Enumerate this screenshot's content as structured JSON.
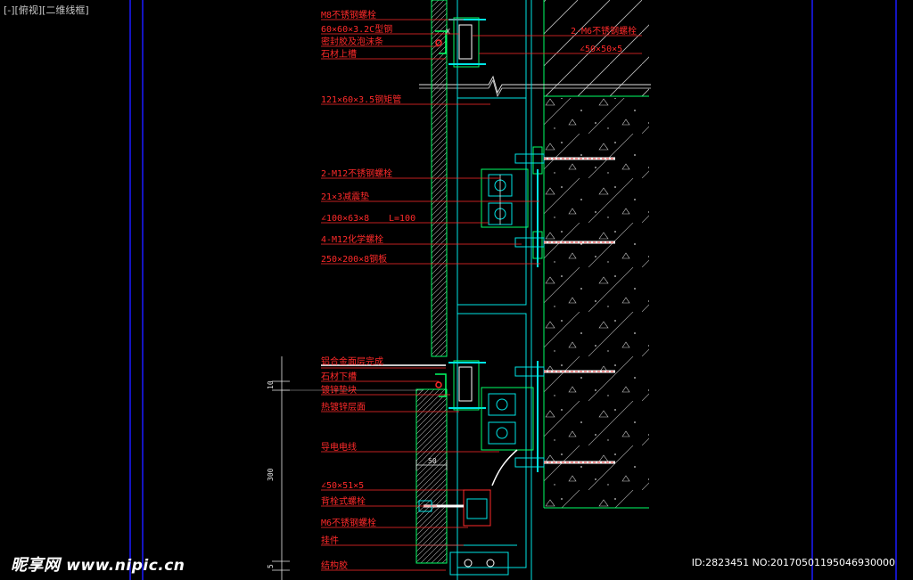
{
  "viewport": {
    "label": "[-][俯视][二维线框]"
  },
  "callouts_left": [
    "M8不锈钢螺栓",
    "60×60×3.2C型钢",
    "密封胶及泡沫条",
    "石材上槽",
    "121×60×3.5钢矩管",
    "2-M12不锈钢螺栓",
    "21×3减震垫",
    "∠100×63×8",
    "L=100",
    "4-M12化学螺栓",
    "250×200×8钢板",
    "铝合金面层完成",
    "石材下槽",
    "镀锌垫块",
    "热镀锌层面",
    "导电电线",
    "∠50×51×5",
    "背栓式螺栓",
    "M6不锈钢螺栓",
    "挂件",
    "结构胶"
  ],
  "callouts_right": [
    "2-M6不锈钢螺栓",
    "∠50×50×5"
  ],
  "dimensions": [
    "10",
    "300",
    "5",
    "50"
  ],
  "watermark": {
    "brand": "昵享网",
    "url": "www.nipic.cn"
  },
  "image_id": "ID:2823451 NO:20170501195046930000",
  "colors": {
    "background": "#000000",
    "annotation": "#ff2a2a",
    "structure": "#00ff66",
    "steel": "#00e5e5",
    "frame": "#1a1aff",
    "hatch": "#c8c8c8"
  }
}
